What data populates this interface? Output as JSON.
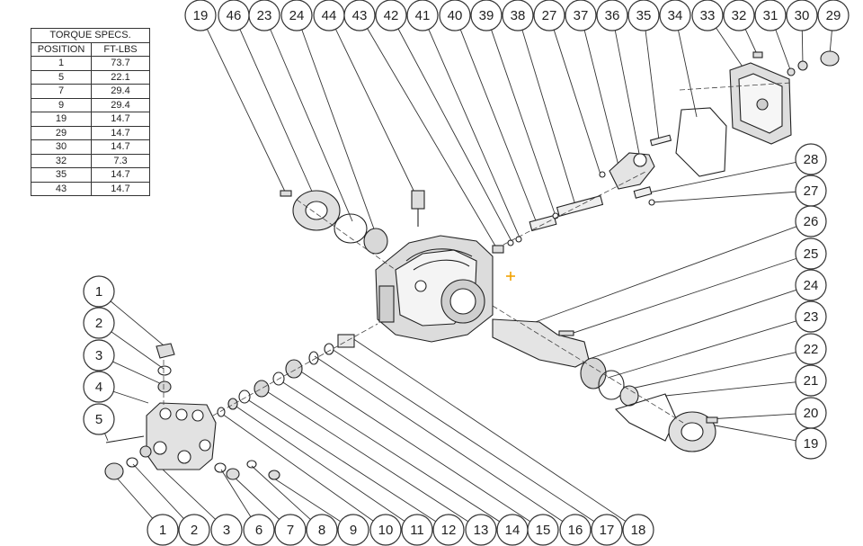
{
  "torque_table": {
    "title": "TORQUE SPECS.",
    "col_position": "POSITION",
    "col_value": "FT-LBS",
    "rows": [
      {
        "position": "1",
        "value": "73.7"
      },
      {
        "position": "5",
        "value": "22.1"
      },
      {
        "position": "7",
        "value": "29.4"
      },
      {
        "position": "9",
        "value": "29.4"
      },
      {
        "position": "19",
        "value": "14.7"
      },
      {
        "position": "29",
        "value": "14.7"
      },
      {
        "position": "30",
        "value": "14.7"
      },
      {
        "position": "32",
        "value": "7.3"
      },
      {
        "position": "35",
        "value": "14.7"
      },
      {
        "position": "43",
        "value": "14.7"
      }
    ]
  },
  "callouts": {
    "top": [
      "19",
      "46",
      "23",
      "24",
      "44",
      "43",
      "42",
      "41",
      "40",
      "39",
      "38",
      "27",
      "37",
      "36",
      "35",
      "34",
      "33",
      "32",
      "31",
      "30",
      "29"
    ],
    "right": [
      "28",
      "27",
      "26",
      "25",
      "24",
      "23",
      "22",
      "21",
      "20",
      "19"
    ],
    "left": [
      "1",
      "2",
      "3",
      "4",
      "5"
    ],
    "bottom": [
      "1",
      "2",
      "3",
      "6",
      "7",
      "8",
      "9",
      "10",
      "11",
      "12",
      "13",
      "14",
      "15",
      "16",
      "17",
      "18"
    ]
  },
  "colors": {
    "line": "#333333",
    "marker": "#f2a100",
    "part_fill": "#e9e9e9"
  }
}
